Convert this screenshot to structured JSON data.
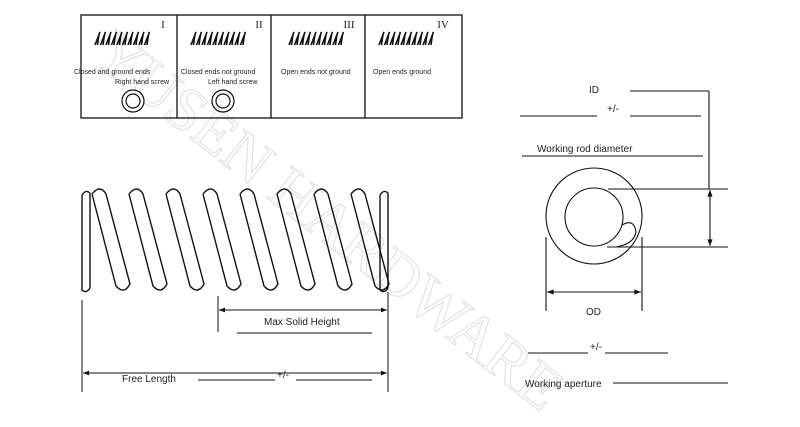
{
  "watermark": "YUSEN HARDWARE",
  "end_types": [
    {
      "numeral": "I",
      "label": "Closed and ground ends",
      "sub": "Right hand screw"
    },
    {
      "numeral": "II",
      "label": "Closed ends not ground",
      "sub": "Left hand screw"
    },
    {
      "numeral": "III",
      "label": "Open ends not ground",
      "sub": ""
    },
    {
      "numeral": "IV",
      "label": "Open ends ground",
      "sub": ""
    }
  ],
  "side_view": {
    "max_solid_height": "Max Solid Height",
    "free_length": "Free Length",
    "tolerance": "+/-"
  },
  "end_view": {
    "id": "ID",
    "id_tolerance": "+/-",
    "working_rod_diameter": "Working rod diameter",
    "od": "OD",
    "od_tolerance": "+/-",
    "working_aperture": "Working aperture"
  }
}
